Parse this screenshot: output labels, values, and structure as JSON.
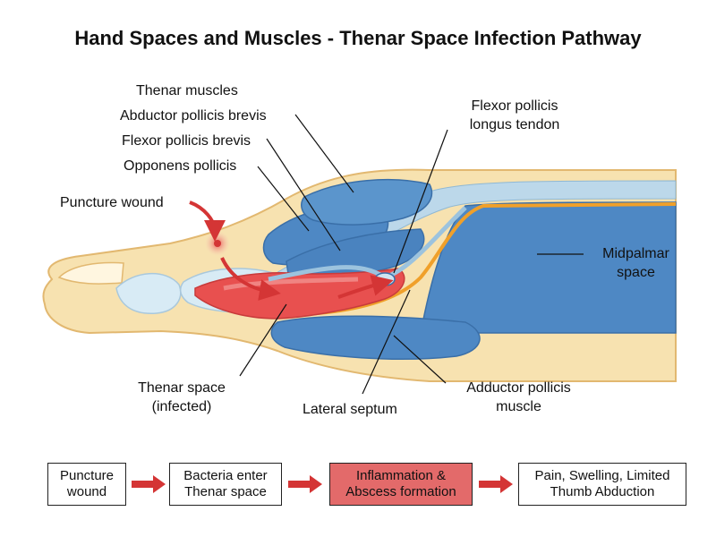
{
  "title": "Hand Spaces and Muscles - Thenar Space Infection Pathway",
  "labels": {
    "thenar_muscles": "Thenar muscles",
    "abductor_pollicis_brevis": "Abductor pollicis brevis",
    "flexor_pollicis_brevis": "Flexor pollicis brevis",
    "opponens_pollicis": "Opponens pollicis",
    "puncture_wound": "Puncture wound",
    "fpl_line1": "Flexor pollicis",
    "fpl_line2": "longus tendon",
    "midpalmar_line1": "Midpalmar",
    "midpalmar_line2": "space",
    "thenar_space_line1": "Thenar space",
    "thenar_space_line2": "(infected)",
    "lateral_septum": "Lateral septum",
    "adductor_line1": "Adductor pollicis",
    "adductor_line2": "muscle"
  },
  "flow": [
    {
      "line1": "Puncture",
      "line2": "wound",
      "highlight": false
    },
    {
      "line1": "Bacteria enter",
      "line2": "Thenar space",
      "highlight": false
    },
    {
      "line1": "Inflammation &",
      "line2": "Abscess formation",
      "highlight": true
    },
    {
      "line1": "Pain, Swelling, Limited",
      "line2": "Thumb Abduction",
      "highlight": false
    }
  ],
  "colors": {
    "skin": "#f7e2b0",
    "skin_outline": "#e2b870",
    "bone": "#d8ebf5",
    "muscle": "#4e88c4",
    "infection": "#e8504f",
    "infection_light": "#f39a98",
    "septum": "#f0a02a",
    "arrow": "#d43535",
    "flow_highlight": "#e36a6a"
  }
}
